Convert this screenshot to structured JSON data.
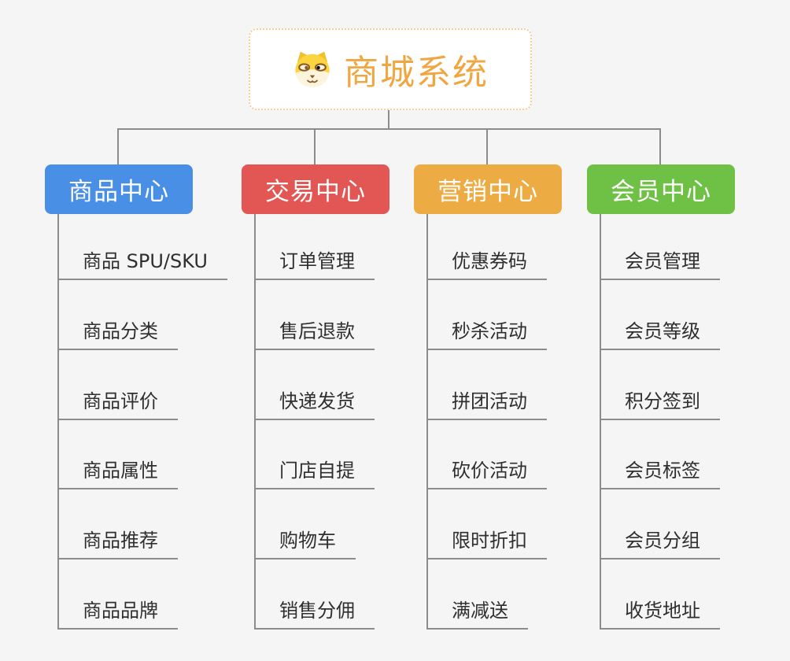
{
  "root": {
    "title": "商城系统",
    "icon": "dog-face-icon"
  },
  "colors": {
    "background": "#f5f5f6",
    "connector_line": "#8c8c8c",
    "root_border": "#f3cf96",
    "root_text": "#f0a742",
    "leaf_text": "#2f2f2f"
  },
  "branches": [
    {
      "label": "商品中心",
      "color": "#4a8fe6",
      "items": [
        "商品 SPU/SKU",
        "商品分类",
        "商品评价",
        "商品属性",
        "商品推荐",
        "商品品牌"
      ]
    },
    {
      "label": "交易中心",
      "color": "#e25653",
      "items": [
        "订单管理",
        "售后退款",
        "快递发货",
        "门店自提",
        "购物车",
        "销售分佣"
      ]
    },
    {
      "label": "营销中心",
      "color": "#ecab43",
      "items": [
        "优惠券码",
        "秒杀活动",
        "拼团活动",
        "砍价活动",
        "限时折扣",
        "满减送"
      ]
    },
    {
      "label": "会员中心",
      "color": "#6fc145",
      "items": [
        "会员管理",
        "会员等级",
        "积分签到",
        "会员标签",
        "会员分组",
        "收货地址"
      ]
    }
  ]
}
